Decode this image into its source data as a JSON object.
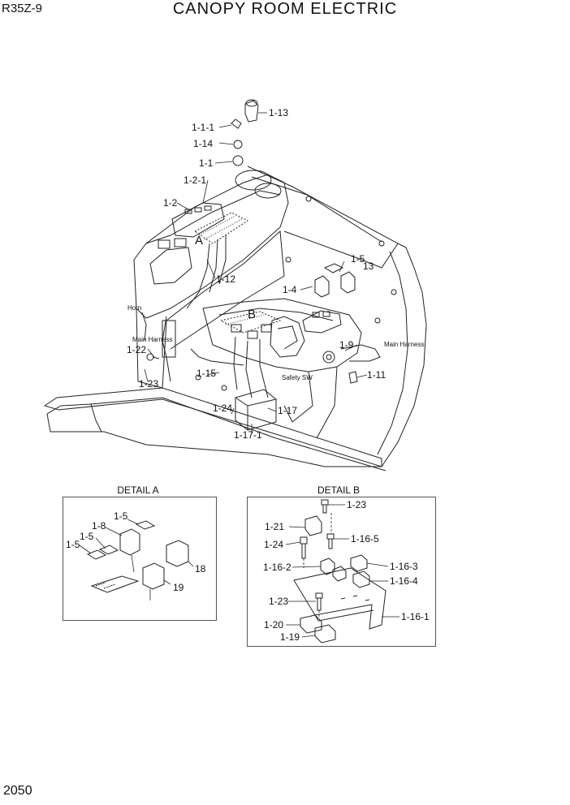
{
  "header": {
    "model": "R35Z-9",
    "title": "CANOPY ROOM ELECTRIC"
  },
  "footer": {
    "page": "2050"
  },
  "detail_a": {
    "title": "DETAIL A"
  },
  "detail_b": {
    "title": "DETAIL B"
  },
  "callouts": {
    "main": {
      "c_1_13": "1-13",
      "c_1_1_1": "1-1-1",
      "c_1_14": "1-14",
      "c_1_1": "1-1",
      "c_1_2_1": "1-2-1",
      "c_1_2": "1-2",
      "c_A": "A",
      "c_1_12": "1-12",
      "c_1_5": "1-5",
      "c_13": "13",
      "c_1_4": "1-4",
      "c_B": "B",
      "c_horn": "Horn",
      "c_main_harness_l": "Main Harness",
      "c_1_22": "1-22",
      "c_1_23": "1-23",
      "c_1_15": "1-15",
      "c_1_9": "1-9",
      "c_main_harness_r": "Main Harness",
      "c_safety_sw": "Safety SW",
      "c_1_11": "1-11",
      "c_1_24": "1-24",
      "c_1_17": "1-17",
      "c_1_17_1": "1-17-1"
    },
    "detail_a": {
      "a_1_5_top": "1-5",
      "a_1_8": "1-8",
      "a_1_5_mid": "1-5",
      "a_1_5_left": "1-5",
      "a_18": "18",
      "a_19": "19"
    },
    "detail_b": {
      "b_1_23_top": "1-23",
      "b_1_21": "1-21",
      "b_1_16_5": "1-16-5",
      "b_1_24": "1-24",
      "b_1_16_2": "1-16-2",
      "b_1_16_3": "1-16-3",
      "b_1_16_4": "1-16-4",
      "b_1_23_bot": "1-23",
      "b_1_16_1": "1-16-1",
      "b_1_20": "1-20",
      "b_1_19": "1-19"
    }
  }
}
